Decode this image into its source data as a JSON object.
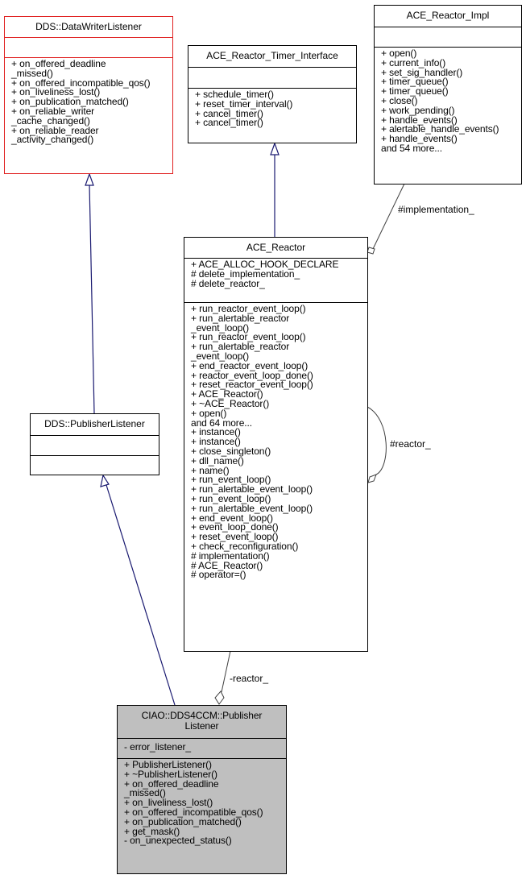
{
  "classes": {
    "data_writer_listener": {
      "name": "DDS::DataWriterListener",
      "attributes": [],
      "methods": [
        "+ on_offered_deadline",
        "_missed()",
        "+ on_offered_incompatible_qos()",
        "+ on_liveliness_lost()",
        "+ on_publication_matched()",
        "+ on_reliable_writer",
        "_cache_changed()",
        "+ on_reliable_reader",
        "_activity_changed()"
      ]
    },
    "timer_interface": {
      "name": "ACE_Reactor_Timer_Interface",
      "attributes": [],
      "methods": [
        "+ schedule_timer()",
        "+ reset_timer_interval()",
        "+ cancel_timer()",
        "+ cancel_timer()"
      ]
    },
    "reactor_impl": {
      "name": "ACE_Reactor_Impl",
      "attributes": [],
      "methods": [
        "+ open()",
        "+ current_info()",
        "+ set_sig_handler()",
        "+ timer_queue()",
        "+ timer_queue()",
        "+ close()",
        "+ work_pending()",
        "+ handle_events()",
        "+ alertable_handle_events()",
        "+ handle_events()",
        "and 54 more..."
      ]
    },
    "ace_reactor": {
      "name": "ACE_Reactor",
      "attributes": [
        "+ ACE_ALLOC_HOOK_DECLARE",
        "# delete_implementation_",
        "# delete_reactor_"
      ],
      "methods": [
        "+ run_reactor_event_loop()",
        "+ run_alertable_reactor",
        "_event_loop()",
        "+ run_reactor_event_loop()",
        "+ run_alertable_reactor",
        "_event_loop()",
        "+ end_reactor_event_loop()",
        "+ reactor_event_loop_done()",
        "+ reset_reactor_event_loop()",
        "+ ACE_Reactor()",
        "+ ~ACE_Reactor()",
        "+ open()",
        "and 64 more...",
        "+ instance()",
        "+ instance()",
        "+ close_singleton()",
        "+ dll_name()",
        "+ name()",
        "+ run_event_loop()",
        "+ run_alertable_event_loop()",
        "+ run_event_loop()",
        "+ run_alertable_event_loop()",
        "+ end_event_loop()",
        "+ event_loop_done()",
        "+ reset_event_loop()",
        "+ check_reconfiguration()",
        "# implementation()",
        "# ACE_Reactor()",
        "# operator=()"
      ]
    },
    "dds_publisher_listener": {
      "name": "DDS::PublisherListener",
      "attributes": [],
      "methods": []
    },
    "ciao_publisher_listener": {
      "name_line1": "CIAO::DDS4CCM::Publisher",
      "name_line2": "Listener",
      "attributes": [
        "- error_listener_"
      ],
      "methods": [
        "+ PublisherListener()",
        "+ ~PublisherListener()",
        "+ on_offered_deadline",
        "_missed()",
        "+ on_liveliness_lost()",
        "+ on_offered_incompatible_qos()",
        "+ on_publication_matched()",
        "+ get_mask()",
        "- on_unexpected_status()"
      ]
    }
  },
  "edges": {
    "implementation_label": "#implementation_",
    "reactor_self_label": "#reactor_",
    "reactor_private_label": "-reactor_"
  },
  "colors": {
    "inheritance_edge": "#191970",
    "association_edge": "#404040",
    "highlight_border": "#e02020",
    "focus_fill": "#bfbfbf"
  }
}
